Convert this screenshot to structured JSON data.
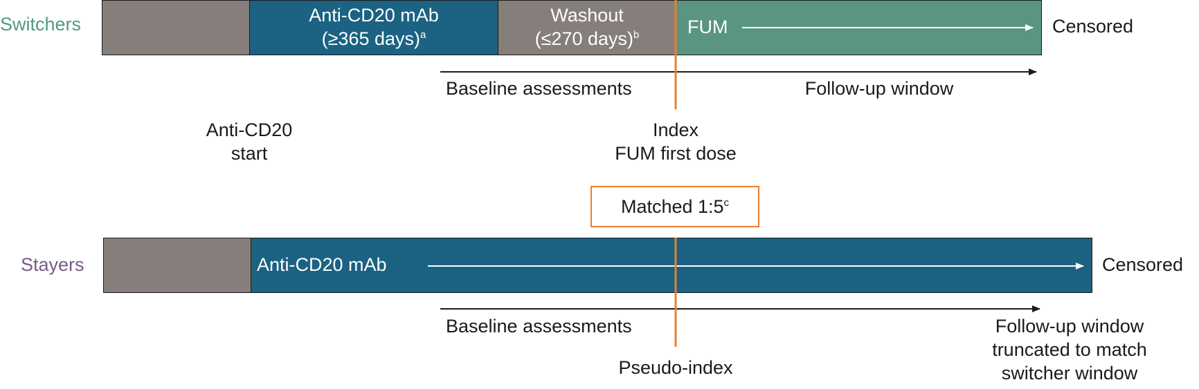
{
  "colors": {
    "gray": "#857e7a",
    "teal_blue": "#1b6283",
    "green": "#5a9483",
    "orange": "#ee7d31",
    "switchers_label": "#4e9a87",
    "stayers_label": "#7a5a89",
    "text": "#1a1a1a"
  },
  "switchers": {
    "label": "Switchers",
    "seg_anticd20_line1": "Anti-CD20 mAb",
    "seg_anticd20_line2": "(≥365 days)",
    "seg_anticd20_sup": "a",
    "seg_washout_line1": "Washout",
    "seg_washout_line2": "(≤270 days)",
    "seg_washout_sup": "b",
    "seg_fum": "FUM",
    "censored": "Censored",
    "baseline": "Baseline assessments",
    "followup": "Follow-up window"
  },
  "anti_start": {
    "line1": "Anti-CD20",
    "line2": "start"
  },
  "index": {
    "line1": "Index",
    "line2": "FUM first dose"
  },
  "matched": {
    "text": "Matched 1:5",
    "sup": "c"
  },
  "stayers": {
    "label": "Stayers",
    "seg_anticd20": "Anti-CD20 mAb",
    "censored": "Censored",
    "baseline": "Baseline assessments",
    "followup_line1": "Follow-up window",
    "followup_line2": "truncated to match",
    "followup_line3": "switcher window"
  },
  "pseudo_index": "Pseudo-index"
}
